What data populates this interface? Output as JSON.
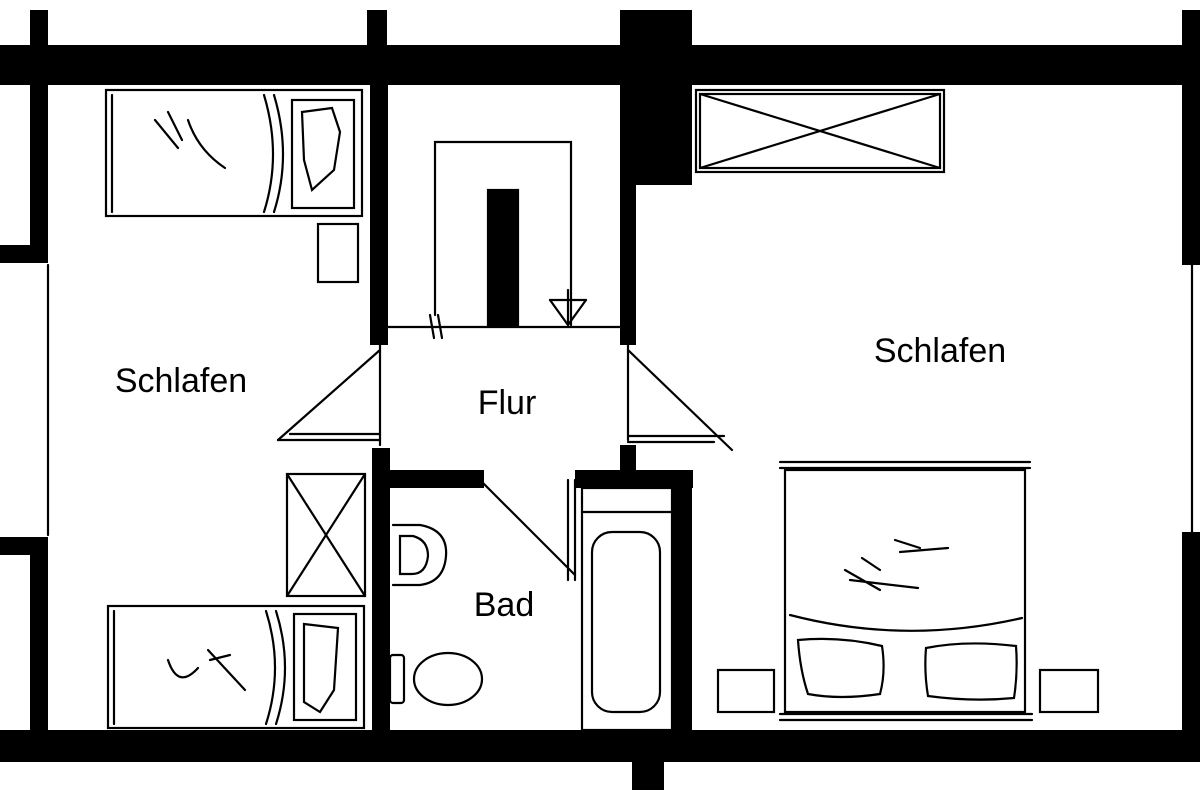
{
  "floorplan": {
    "rooms": {
      "schlafen_left": "Schlafen",
      "flur": "Flur",
      "bad": "Bad",
      "schlafen_right": "Schlafen"
    },
    "colors": {
      "ink": "#000000",
      "paper": "#ffffff"
    }
  }
}
